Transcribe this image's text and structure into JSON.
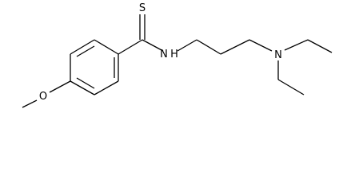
{
  "molecule": {
    "atoms": {
      "sulfur": "S",
      "amide_nitrogen": "N",
      "hydrogen": "H",
      "amine_nitrogen": "N",
      "methoxy_oxygen": "O"
    },
    "colors": {
      "bond": "#000000",
      "label": "#000000",
      "background": "#ffffff"
    }
  }
}
